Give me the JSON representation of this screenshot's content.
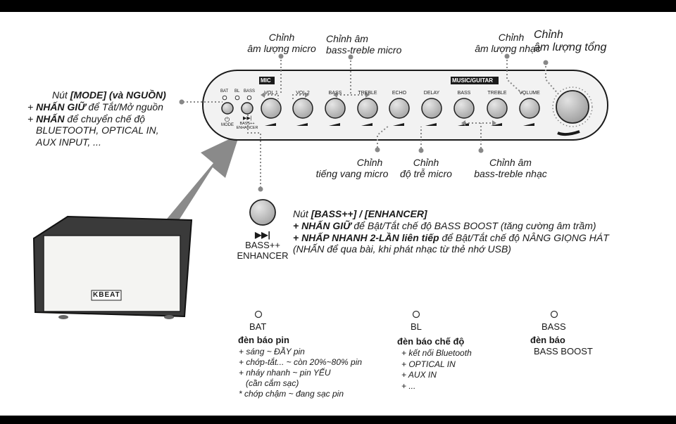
{
  "callouts": {
    "mic_volume": [
      "Chỉnh",
      "âm lượng micro"
    ],
    "mic_bass_treble": [
      "Chỉnh âm",
      "bass-treble micro"
    ],
    "music_volume": [
      "Chỉnh",
      "âm lượng nhạc"
    ],
    "master_volume": [
      "Chỉnh",
      "âm lượng tổng"
    ],
    "mic_echo": [
      "Chỉnh",
      "tiếng vang micro"
    ],
    "mic_delay": [
      "Chỉnh",
      "độ trễ micro"
    ],
    "music_bass_treble": [
      "Chỉnh âm",
      "bass-treble nhạc"
    ]
  },
  "mode_note": {
    "title_prefix": "Nút ",
    "title_bold": "[MODE] (và NGUỒN)",
    "line1_prefix": "+ ",
    "line1_bold": "NHẤN GIỮ",
    "line1_rest": " để Tắt/Mở nguồn",
    "line2_prefix": "+ ",
    "line2_bold": "NHẤN",
    "line2_rest": " để chuyển chế độ",
    "line3": "BLUETOOTH, OPTICAL IN,",
    "line4": "AUX INPUT, ..."
  },
  "panel": {
    "mic_label": "MIC",
    "music_label": "MUSIC/GUITAR",
    "led_labels": [
      "BAT",
      "BL",
      "BASS"
    ],
    "mode_button_label": "MODE",
    "bass_button_label": [
      "BASS++",
      "ENHANCER"
    ],
    "knob_labels": [
      "VOL 1",
      "VOL 2",
      "BASS",
      "TREBLE",
      "ECHO",
      "DELAY",
      "BASS",
      "TREBLE",
      "VOLUME"
    ]
  },
  "bass_button": {
    "symbol": "▶▶|",
    "label1": "BASS++",
    "label2": "ENHANCER"
  },
  "bass_note": {
    "title_prefix": "Nút ",
    "title_bold": "[BASS++] / [ENHANCER]",
    "line1_bold": "+ NHẤN GIỮ",
    "line1_rest": " để Bật/Tắt chế độ BASS BOOST (tăng cường âm trầm)",
    "line2_bold": "+ NHẤP NHANH 2-LẦN liên tiếp",
    "line2_rest": " để Bật/Tắt chế độ NÂNG GIỌNG HÁT",
    "line3": "(NHẤN để qua bài, khi phát nhạc từ thẻ nhớ USB)"
  },
  "indicators": {
    "bat": {
      "label": "BAT",
      "title": "đèn báo pin",
      "items": [
        "+ sáng ~ ĐẦY pin",
        "+ chớp-tắt... ~ còn 20%~80% pin",
        "+ nháy nhanh ~ pin YẾU",
        "(cần cắm sạc)",
        "* chớp chậm ~ đang sạc pin"
      ]
    },
    "bl": {
      "label": "BL",
      "title": "đèn báo chế độ",
      "items": [
        "+ kết nối Bluetooth",
        "+ OPTICAL IN",
        "+ AUX IN",
        "+ ..."
      ]
    },
    "bass": {
      "label": "BASS",
      "title": "đèn báo",
      "subtitle": "BASS BOOST"
    }
  },
  "speaker": {
    "brand": "KBEAT"
  },
  "colors": {
    "ink": "#1a1a1a",
    "panel_fill": "#f2f2f2",
    "knob_fill": "#c8c8c8",
    "arrow_fill": "#8a8a8a",
    "speaker_body": "#3a3a3a",
    "speaker_front": "#f4f4f2"
  }
}
